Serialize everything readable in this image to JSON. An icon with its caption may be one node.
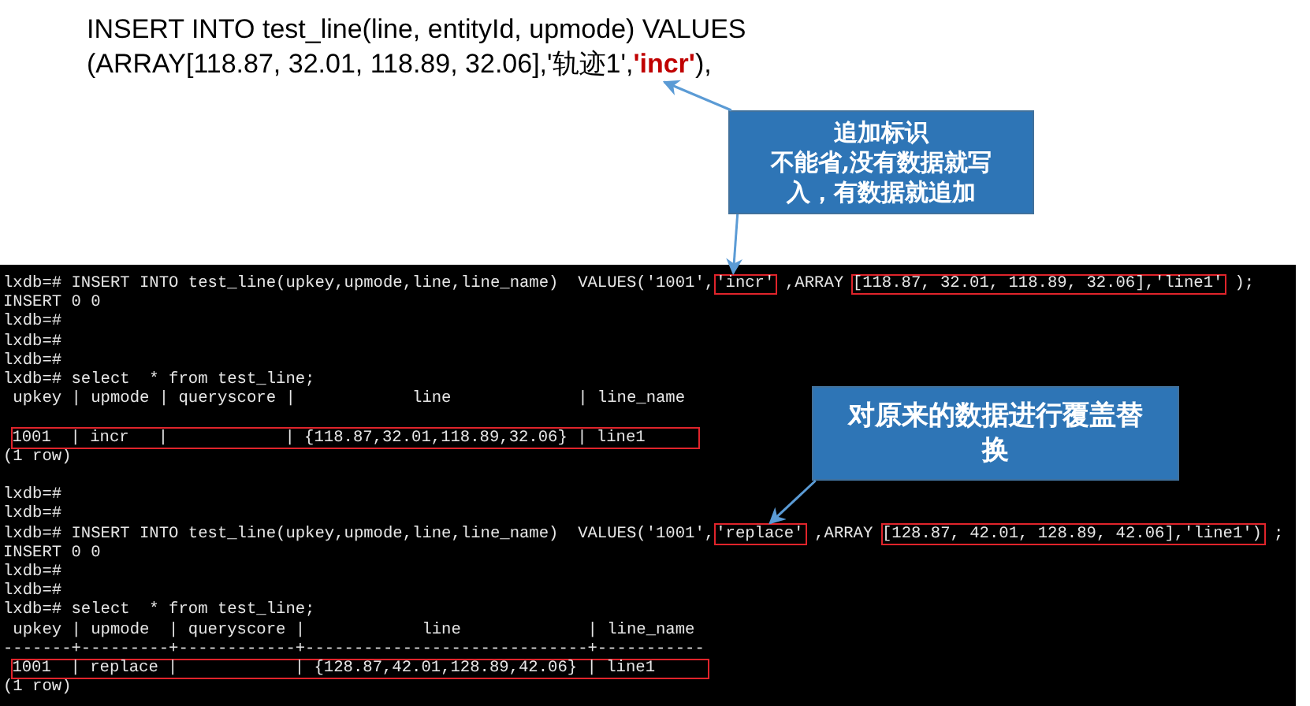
{
  "diagram": {
    "nodes": [
      {
        "text": [
          "INSERT INTO test_line(line, entityId, upmode) VALUES (ARRAY[118.87, 32.01, 118.89, 32.06],'轨迹1',**'incr'**),"
        ]
      },
      {
        "text": [
          "追加标识",
          "不能省,没有数据就写入，有数据就追加"
        ]
      },
      {
        "text": [
          "lxdb=# INSERT INTO test_line(upkey,upmode,line,line_name)  VALUES('1001',",
          ",ARRAY",
          ");",
          "INSERT 0 0",
          "lxdb=#",
          "lxdb=#",
          "lxdb=#",
          "lxdb=# select  * from test_line;",
          " upkey | upmode | queryscore |            line             | line_name",
          "(1 row)",
          "lxdb=#",
          "lxdb=#",
          "lxdb=# INSERT INTO test_line(upkey,upmode,line,line_name)  VALUES('1001',",
          ",ARRAY",
          ";",
          "INSERT 0 0",
          "lxdb=#",
          "lxdb=#",
          "lxdb=# select  * from test_line;",
          " upkey | upmode  | queryscore |            line             | line_name",
          "-------+---------+------------+-----------------------------+-----------",
          "(1 row)"
        ]
      },
      {
        "text": [
          "'incr'"
        ],
        "in": 2
      },
      {
        "text": [
          "[118.87, 32.01, 118.89, 32.06],'line1'"
        ],
        "in": 2
      },
      {
        "text": [
          "1001  | incr   |            | {118.87,32.01,118.89,32.06} | line1"
        ],
        "in": 2
      },
      {
        "text": [
          "对原来的数据进行覆盖替换"
        ],
        "in": 2
      },
      {
        "text": [
          "'replace'"
        ],
        "in": 2
      },
      {
        "text": [
          "[128.87, 42.01, 128.89, 42.06],'line1')"
        ],
        "in": 2
      },
      {
        "text": [
          "1001  | replace |            | {128.87,42.01,128.89,42.06} | line1"
        ],
        "in": 2
      }
    ],
    "edges": [
      {
        "from": 1,
        "to": 0,
        "arrow": "to"
      },
      {
        "from": 1,
        "to": 3,
        "arrow": "to"
      },
      {
        "from": 6,
        "to": 7,
        "arrow": "to"
      }
    ]
  }
}
